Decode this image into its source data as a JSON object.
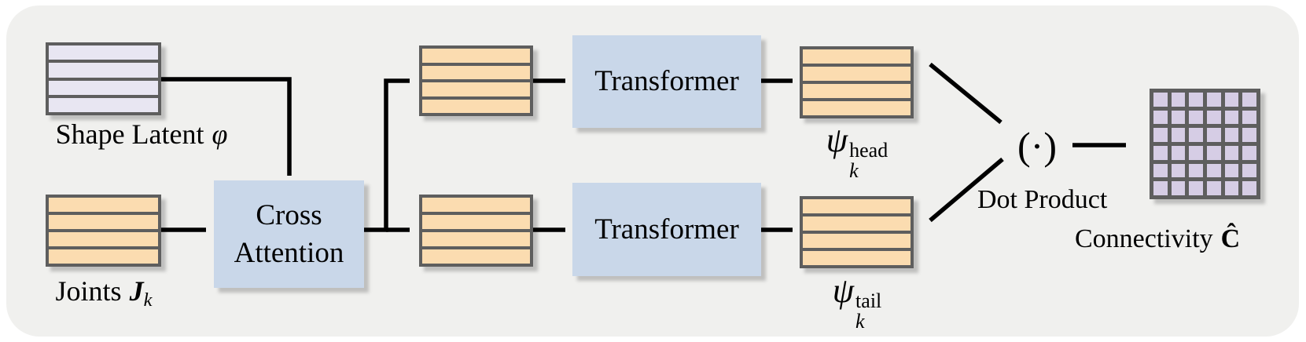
{
  "figure": {
    "description": "Connectivity prediction architecture diagram"
  },
  "colors": {
    "page-bg": "#ffffff",
    "panel-bg": "#f0f0ee",
    "orange-fill": "#fbdcb0",
    "lavender-fill": "#e8e6f2",
    "blue-fill": "#c9d7e9",
    "grid-cell-fill": "#d6cde5",
    "box-border": "#5e5e5e",
    "arrow-color": "#000000",
    "text-color": "#000000"
  },
  "stacks": {
    "rows": 4
  },
  "grid": {
    "rows": 6,
    "cols": 6
  },
  "nodes": {
    "shape_latent": {
      "label": "Shape Latent",
      "symbol": "φ"
    },
    "joints": {
      "label": "Joints",
      "symbol": "J",
      "sub": "k"
    },
    "cross_attention": {
      "label": "Cross Attention"
    },
    "transformer_top": {
      "label": "Transformer"
    },
    "transformer_bottom": {
      "label": "Transformer"
    },
    "psi_head": {
      "base": "ψ",
      "sub": "k",
      "sup": "head"
    },
    "psi_tail": {
      "base": "ψ",
      "sub": "k",
      "sup": "tail"
    },
    "dot": {
      "symbol": "(·)",
      "label": "Dot Product"
    },
    "connectivity": {
      "label": "Connectivity",
      "symbol": "Ĉ"
    }
  }
}
